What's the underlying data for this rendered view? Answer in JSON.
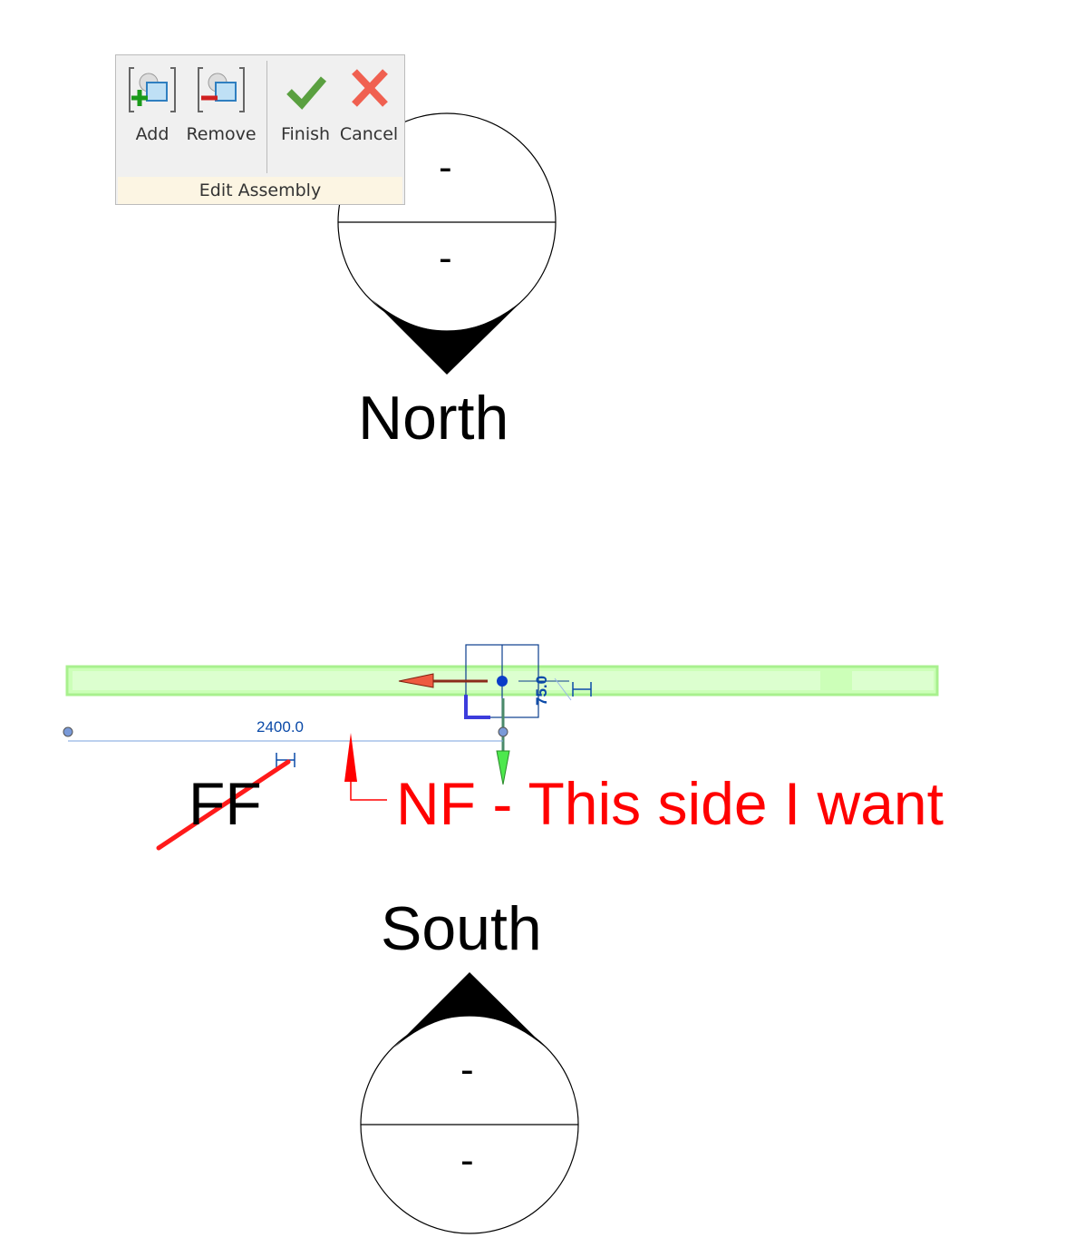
{
  "ribbon": {
    "buttons": [
      {
        "label": "Add",
        "icon": "add-to-assembly-icon"
      },
      {
        "label": "Remove",
        "icon": "remove-from-assembly-icon"
      },
      {
        "label": "Finish",
        "icon": "checkmark-icon"
      },
      {
        "label": "Cancel",
        "icon": "x-icon"
      }
    ],
    "panel_title": "Edit Assembly"
  },
  "drawing": {
    "north_marker": {
      "label": "North",
      "top_value": "-",
      "bottom_value": "-"
    },
    "south_marker": {
      "label": "South",
      "top_value": "-",
      "bottom_value": "-"
    },
    "dimension_length": "2400.0",
    "dimension_thickness": "75.0",
    "far_face_label": "FF",
    "annotation": "NF - This side I want"
  },
  "colors": {
    "annotation": "#ff0000",
    "wall": "#ccffb8",
    "dimension": "#0b4aa8"
  }
}
